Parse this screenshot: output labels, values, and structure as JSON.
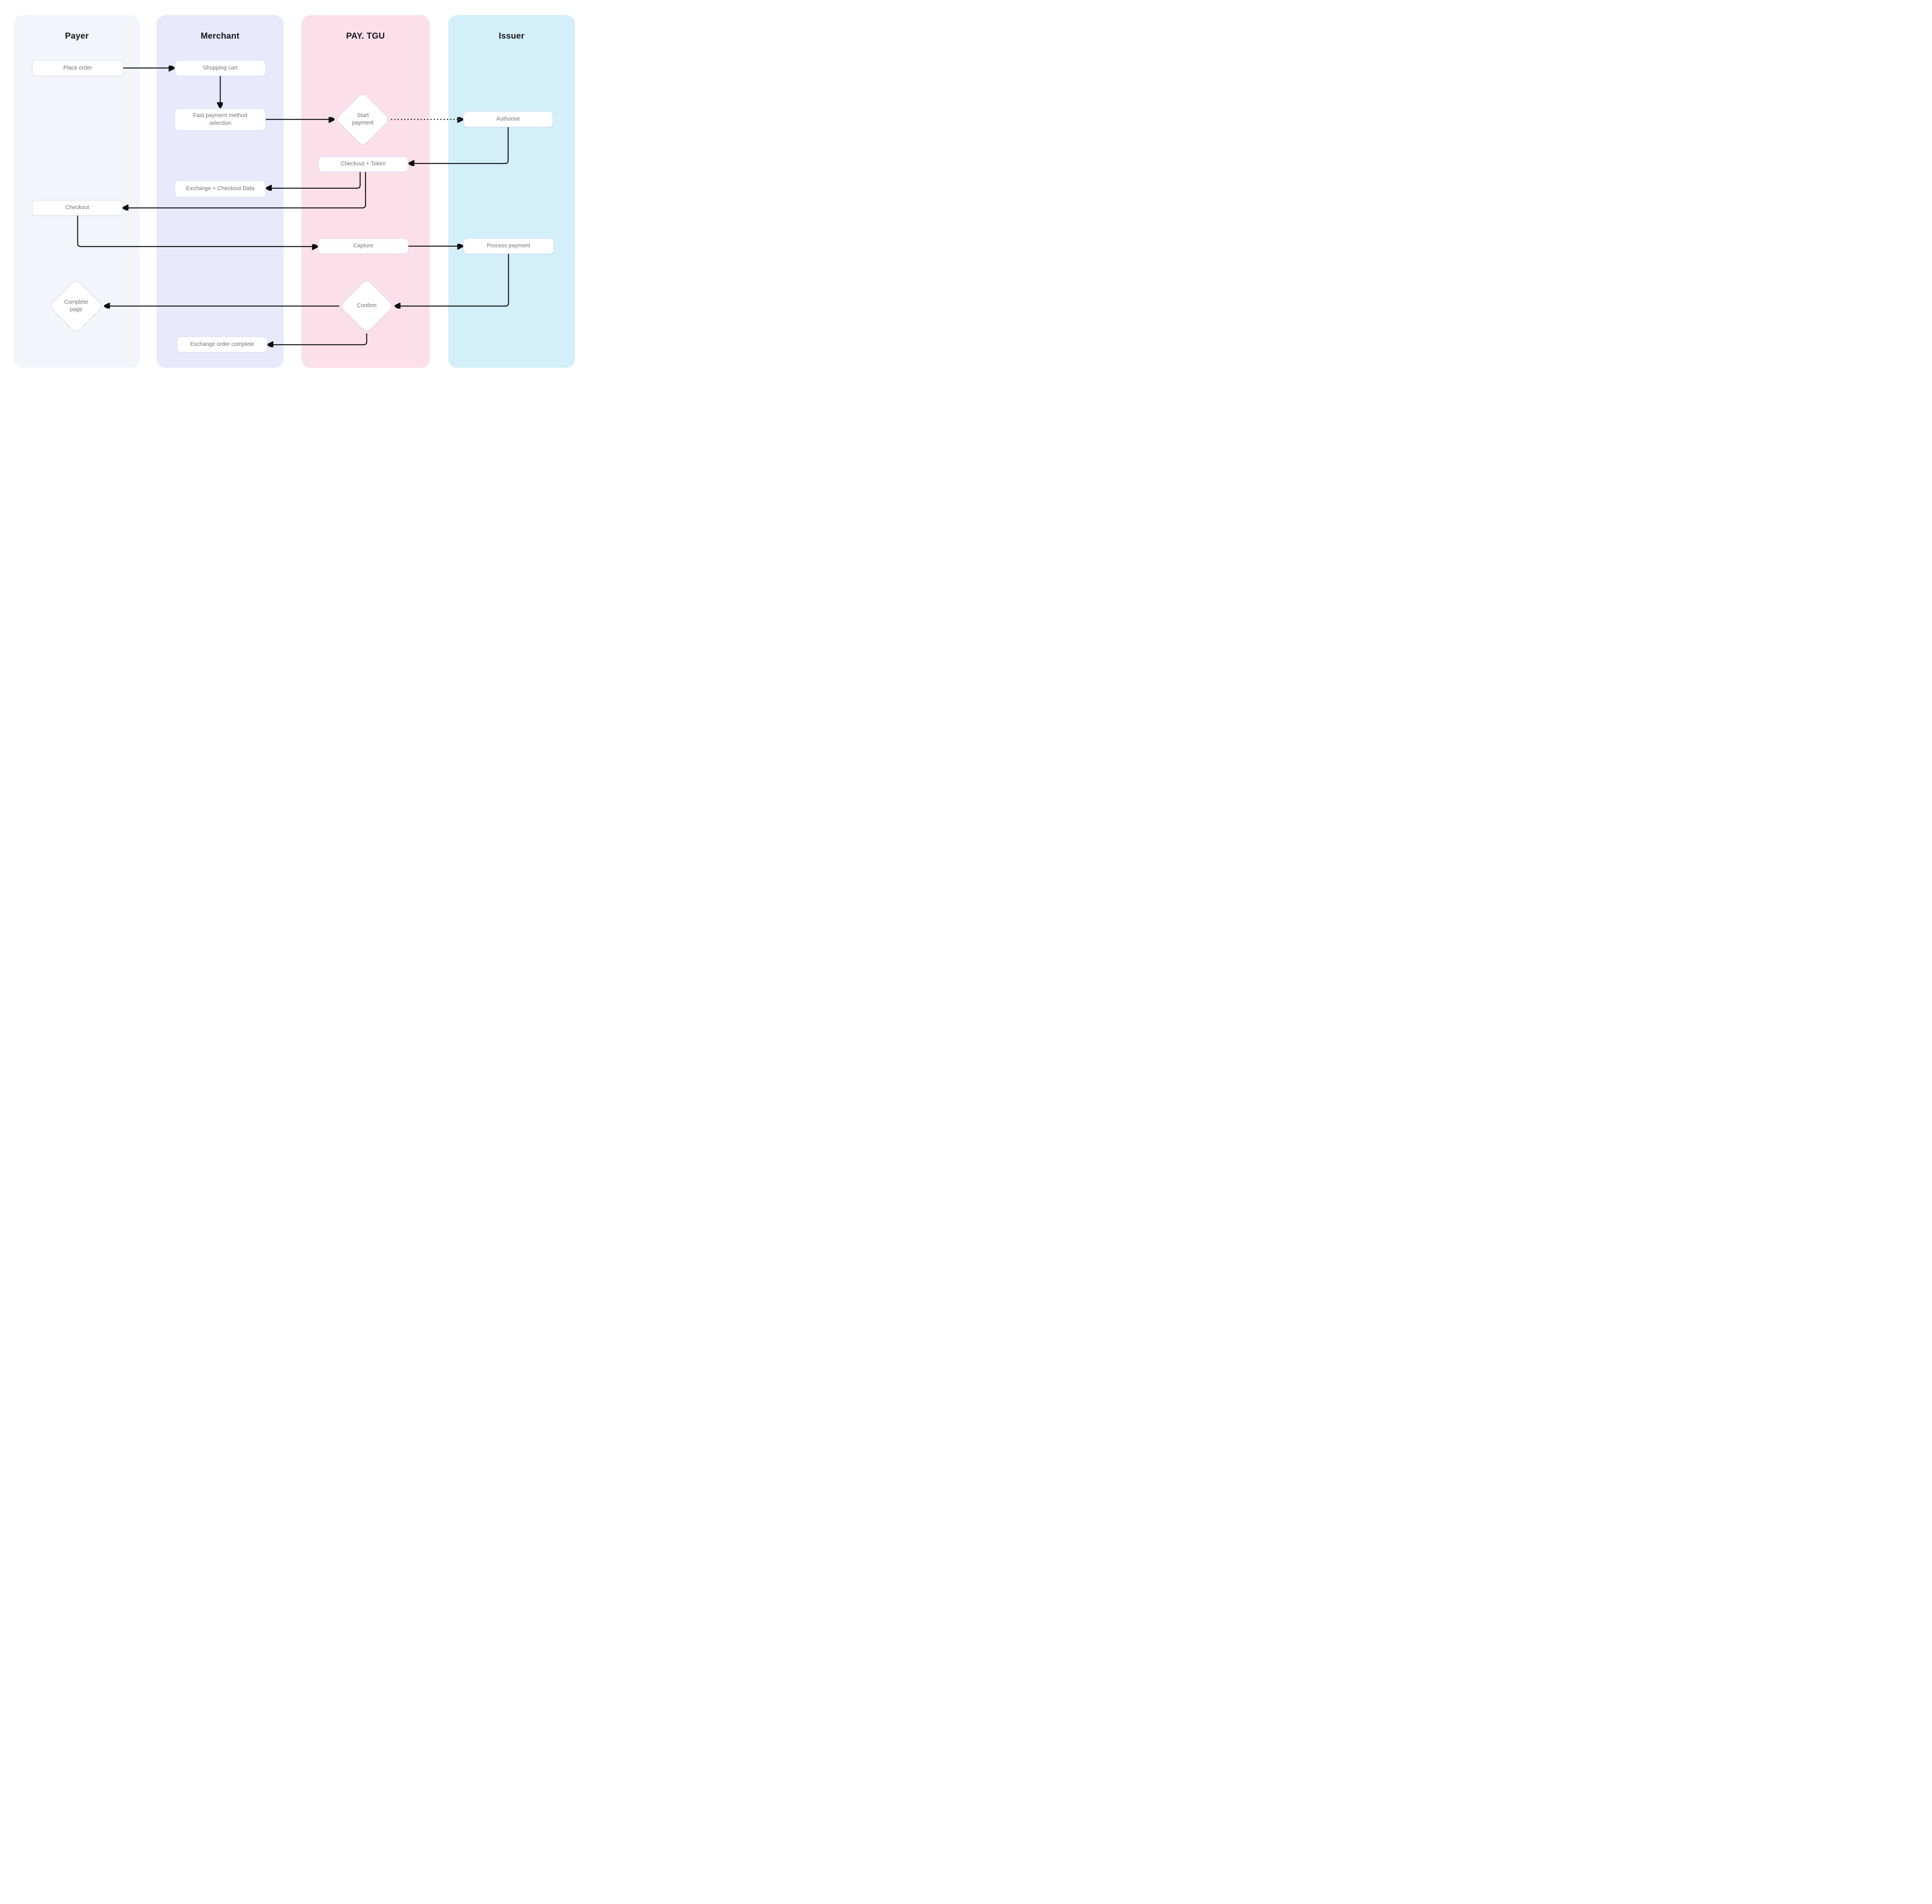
{
  "diagram": {
    "palette": {
      "background": "#FFFFFF",
      "connector_line": "#0B0B0B",
      "node_border": "#D9DAF6",
      "diamond_border": "#CDCFF2",
      "node_text": "#76767B",
      "header_text": "#17171B"
    },
    "lanes": [
      {
        "id": "payer",
        "title": "Payer",
        "color": "#F4F5FB"
      },
      {
        "id": "merchant",
        "title": "Merchant",
        "color": "#E9E9FC"
      },
      {
        "id": "pay_tgu",
        "title": "PAY. TGU",
        "color": "#FCE0E9"
      },
      {
        "id": "issuer",
        "title": "Issuer",
        "color": "#D3EFF9"
      }
    ],
    "nodes": [
      {
        "id": "place_order",
        "label": "Place order",
        "shape": "rect",
        "lane": "payer"
      },
      {
        "id": "shopping_cart",
        "label": "Shopping cart",
        "shape": "rect",
        "lane": "merchant"
      },
      {
        "id": "fast_payment",
        "label": "Fast payment method selection",
        "shape": "rect",
        "lane": "merchant"
      },
      {
        "id": "start_payment",
        "label": "Start payment",
        "shape": "diamond",
        "lane": "pay_tgu"
      },
      {
        "id": "authorise",
        "label": "Authorise",
        "shape": "rect",
        "lane": "issuer"
      },
      {
        "id": "checkout_token",
        "label": "Checkout + Token",
        "shape": "rect",
        "lane": "pay_tgu"
      },
      {
        "id": "exchange_checkout",
        "label": "Exchange + Checkout Data",
        "shape": "rect",
        "lane": "merchant"
      },
      {
        "id": "checkout",
        "label": "Checkout",
        "shape": "rect",
        "lane": "payer"
      },
      {
        "id": "capture",
        "label": "Capture",
        "shape": "rect",
        "lane": "pay_tgu"
      },
      {
        "id": "process_payment",
        "label": "Process payment",
        "shape": "rect",
        "lane": "issuer"
      },
      {
        "id": "confirm",
        "label": "Confirm",
        "shape": "diamond",
        "lane": "pay_tgu"
      },
      {
        "id": "complete_page",
        "label": "Complete page",
        "shape": "diamond",
        "lane": "payer"
      },
      {
        "id": "exchange_order",
        "label": "Exchange order complete",
        "shape": "rect",
        "lane": "merchant"
      }
    ],
    "edges": [
      {
        "from": "place_order",
        "to": "shopping_cart",
        "style": "solid"
      },
      {
        "from": "shopping_cart",
        "to": "fast_payment",
        "style": "solid"
      },
      {
        "from": "fast_payment",
        "to": "start_payment",
        "style": "solid"
      },
      {
        "from": "start_payment",
        "to": "authorise",
        "style": "dotted"
      },
      {
        "from": "authorise",
        "to": "checkout_token",
        "style": "solid"
      },
      {
        "from": "checkout_token",
        "to": "exchange_checkout",
        "style": "solid"
      },
      {
        "from": "checkout_token",
        "to": "checkout",
        "style": "solid"
      },
      {
        "from": "checkout",
        "to": "capture",
        "style": "solid"
      },
      {
        "from": "capture",
        "to": "process_payment",
        "style": "solid"
      },
      {
        "from": "process_payment",
        "to": "confirm",
        "style": "solid"
      },
      {
        "from": "confirm",
        "to": "complete_page",
        "style": "solid"
      },
      {
        "from": "confirm",
        "to": "exchange_order",
        "style": "solid"
      }
    ]
  }
}
